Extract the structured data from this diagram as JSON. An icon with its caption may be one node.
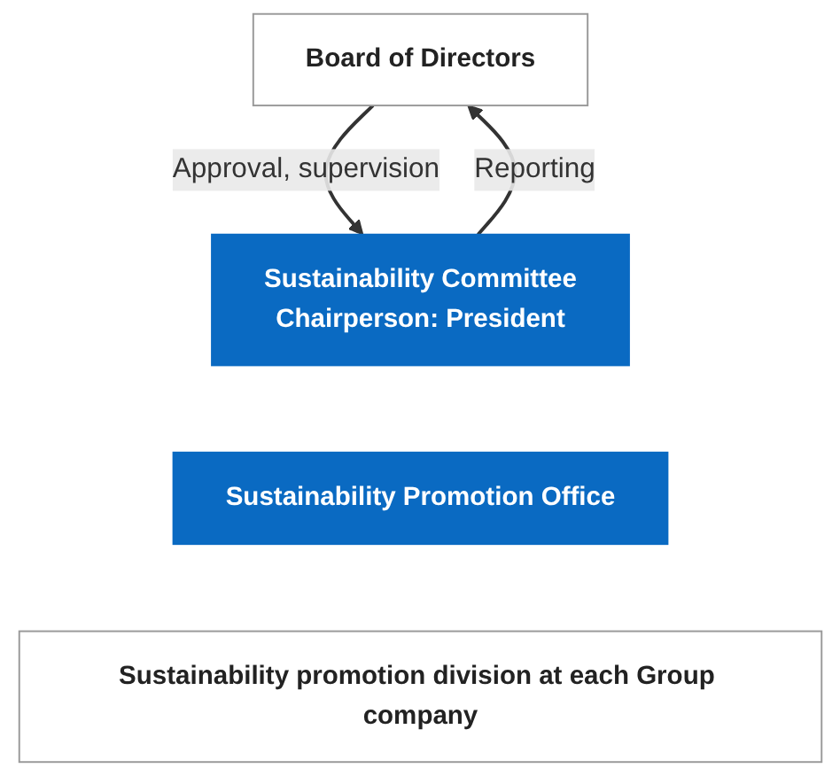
{
  "diagram": {
    "nodes": [
      {
        "text": [
          "Board of Directors"
        ]
      },
      {
        "text": [
          "Sustainability Committee",
          "Chairperson: President"
        ]
      },
      {
        "text": [
          "Sustainability Promotion Office"
        ]
      },
      {
        "text": [
          "Sustainability promotion division at each Group company"
        ]
      }
    ],
    "edges": [
      {
        "from": 1,
        "to": 0,
        "arrow": "to",
        "label": "Reporting"
      },
      {
        "from": 0,
        "to": 1,
        "arrow": "to",
        "label": "Approval, supervision"
      }
    ]
  }
}
